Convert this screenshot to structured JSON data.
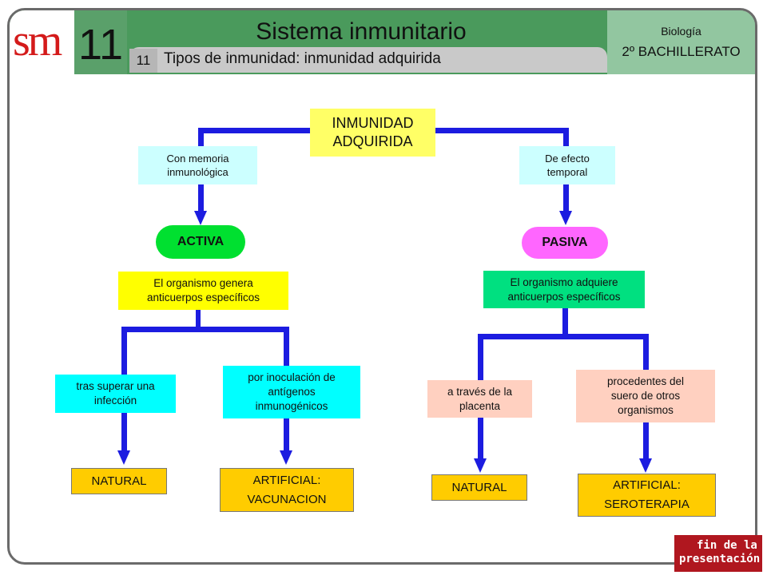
{
  "header": {
    "logo": "sm",
    "unit_number": "11",
    "title": "Sistema inmunitario",
    "subtitle_number": "11",
    "subtitle": "Tipos de inmunidad: inmunidad adquirida",
    "subject": "Biología",
    "level": "2º BACHILLERATO"
  },
  "diagram": {
    "root": [
      "INMUNIDAD",
      "ADQUIRIDA"
    ],
    "left": {
      "condition": [
        "Con memoria",
        "inmunológica"
      ],
      "type": "ACTIVA",
      "description": [
        "El organismo genera",
        "anticuerpos específicos"
      ],
      "natural_cause": [
        "tras superar una",
        "infección"
      ],
      "artificial_cause": [
        "por inoculación de",
        "antígenos",
        "inmunogénicos"
      ],
      "natural_label": "NATURAL",
      "artificial_label": [
        "ARTIFICIAL:",
        "VACUNACION"
      ]
    },
    "right": {
      "condition": [
        "De efecto",
        "temporal"
      ],
      "type": "PASIVA",
      "description": [
        "El organismo adquiere",
        "anticuerpos específicos"
      ],
      "natural_cause": [
        "a través de la",
        "placenta"
      ],
      "artificial_cause": [
        "procedentes del",
        "suero de otros",
        "organismos"
      ],
      "natural_label": "NATURAL",
      "artificial_label": [
        "ARTIFICIAL:",
        "SEROTERAPIA"
      ]
    }
  },
  "footer": {
    "end_button": [
      "fin de la",
      "presentación"
    ]
  },
  "colors": {
    "connector": "#1c1ce0",
    "header_green": "#4a9a5c",
    "logo_red": "#d41a1a"
  }
}
